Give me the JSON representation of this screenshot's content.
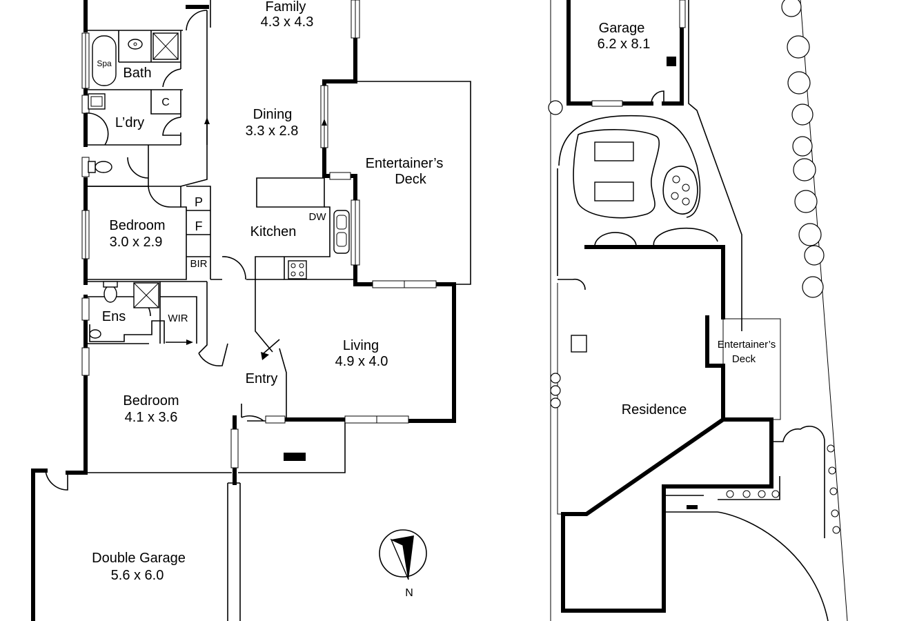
{
  "rooms": {
    "family": {
      "name": "Family",
      "size": "4.3 x 4.3"
    },
    "bath": {
      "name": "Bath"
    },
    "spa": {
      "name": "Spa"
    },
    "laundry": {
      "name": "L’dry"
    },
    "cupboard": {
      "name": "C"
    },
    "dining": {
      "name": "Dining",
      "size": "3.3 x 2.8"
    },
    "deck": {
      "line1": "Entertainer’s",
      "line2": "Deck"
    },
    "pantry": {
      "name": "P"
    },
    "fridge": {
      "name": "F"
    },
    "dishwasher": {
      "name": "DW"
    },
    "kitchen": {
      "name": "Kitchen"
    },
    "bedroom2": {
      "name": "Bedroom",
      "size": "3.0 x 2.9"
    },
    "bir": {
      "name": "BIR"
    },
    "ensuite": {
      "name": "Ens"
    },
    "wir": {
      "name": "WIR"
    },
    "living": {
      "name": "Living",
      "size": "4.9 x 4.0"
    },
    "entry": {
      "name": "Entry"
    },
    "bedroom1": {
      "name": "Bedroom",
      "size": "4.1 x 3.6"
    },
    "garage": {
      "name": "Double Garage",
      "size": "5.6 x 6.0"
    }
  },
  "north": {
    "label": "N"
  },
  "site": {
    "garage": {
      "name": "Garage",
      "size": "6.2 x 8.1"
    },
    "residence": {
      "name": "Residence"
    },
    "deck": {
      "line1": "Entertainer’s",
      "line2": "Deck"
    }
  },
  "colors": {
    "ink": "#000000",
    "paper": "#ffffff"
  }
}
